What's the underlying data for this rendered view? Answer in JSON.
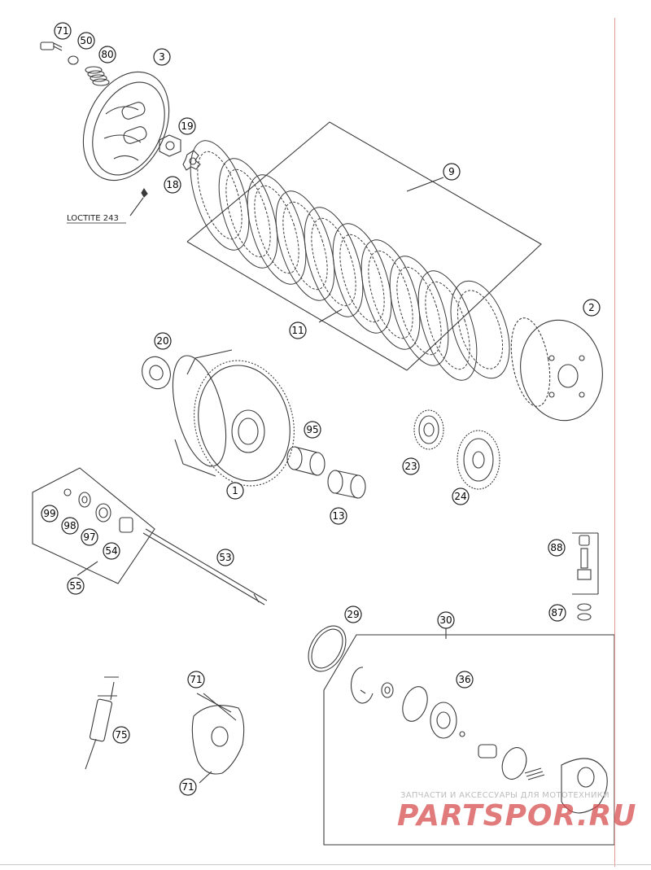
{
  "callouts": [
    {
      "id": "71a",
      "label": "71"
    },
    {
      "id": "50",
      "label": "50"
    },
    {
      "id": "80",
      "label": "80"
    },
    {
      "id": "3",
      "label": "3"
    },
    {
      "id": "19",
      "label": "19"
    },
    {
      "id": "18",
      "label": "18"
    },
    {
      "id": "9",
      "label": "9"
    },
    {
      "id": "11",
      "label": "11"
    },
    {
      "id": "2",
      "label": "2"
    },
    {
      "id": "20",
      "label": "20"
    },
    {
      "id": "95",
      "label": "95"
    },
    {
      "id": "1",
      "label": "1"
    },
    {
      "id": "13",
      "label": "13"
    },
    {
      "id": "23",
      "label": "23"
    },
    {
      "id": "24",
      "label": "24"
    },
    {
      "id": "99",
      "label": "99"
    },
    {
      "id": "98",
      "label": "98"
    },
    {
      "id": "97",
      "label": "97"
    },
    {
      "id": "54",
      "label": "54"
    },
    {
      "id": "53",
      "label": "53"
    },
    {
      "id": "55",
      "label": "55"
    },
    {
      "id": "88",
      "label": "88"
    },
    {
      "id": "87",
      "label": "87"
    },
    {
      "id": "29",
      "label": "29"
    },
    {
      "id": "30",
      "label": "30"
    },
    {
      "id": "36",
      "label": "36"
    },
    {
      "id": "71b",
      "label": "71"
    },
    {
      "id": "75",
      "label": "75"
    },
    {
      "id": "71c",
      "label": "71"
    }
  ],
  "note": {
    "loctite": "LOCTITE 243"
  },
  "watermark": {
    "text": "ЗАПЧАСТИ И АКСЕССУАРЫ ДЛЯ МОТОТЕХНИКИ",
    "logo": "PARTSPOR.RU"
  },
  "colors": {
    "line": "#3a3a3a",
    "background": "#ffffff",
    "rule": "#e79a9a",
    "watermark": "#d64848"
  }
}
